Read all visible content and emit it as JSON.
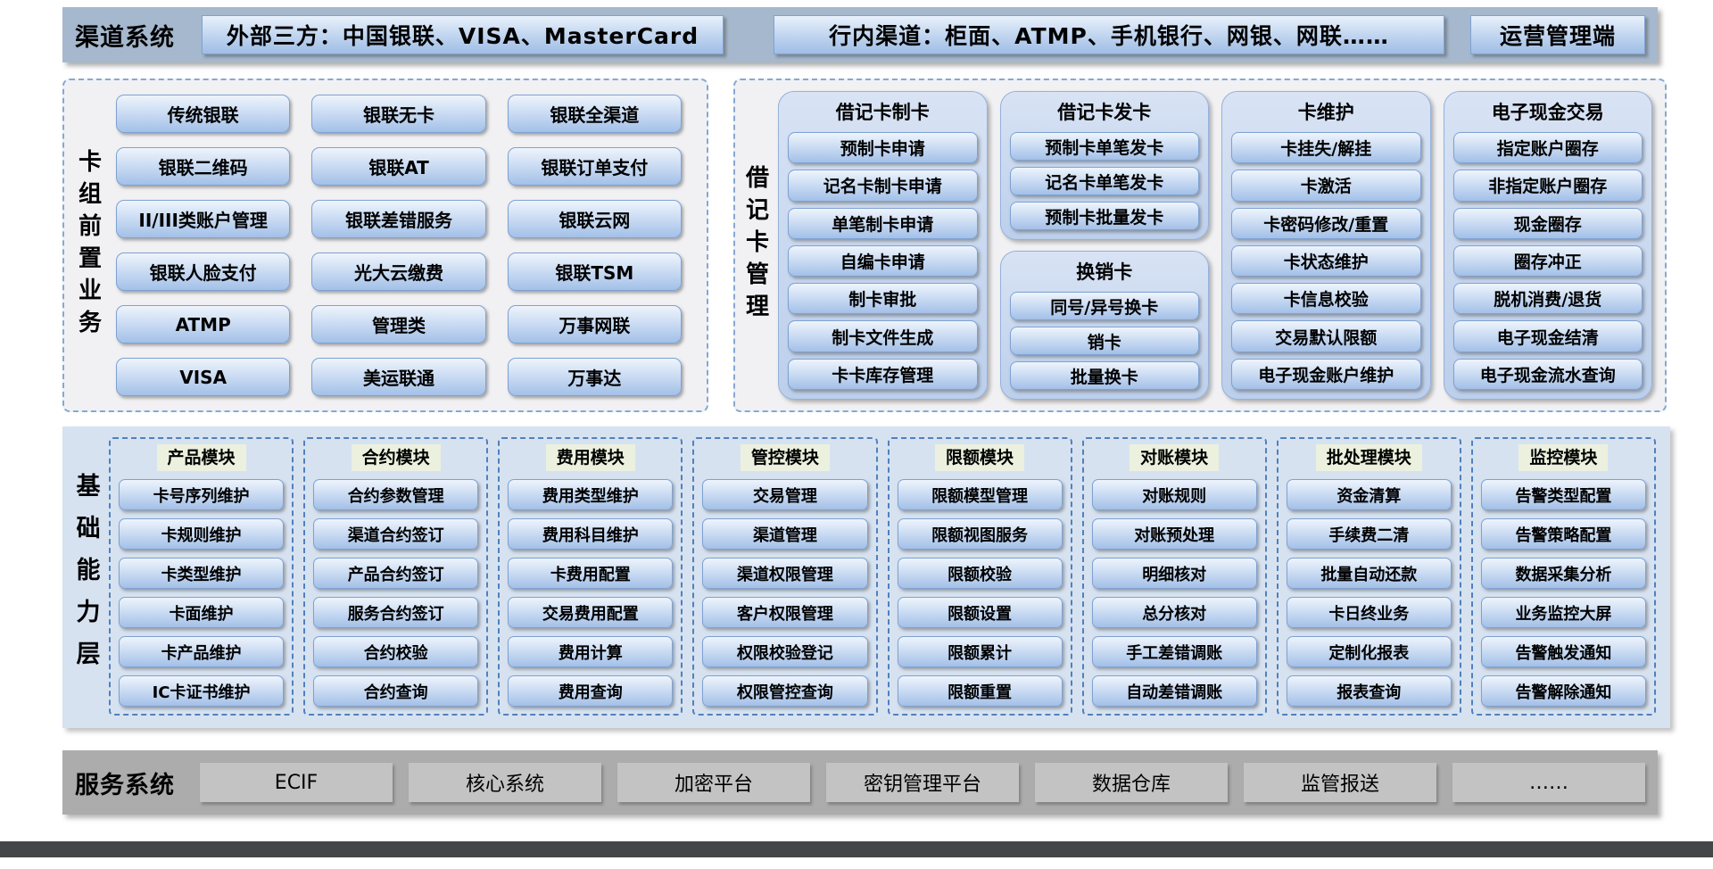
{
  "palette": {
    "button_blue_light": "#eef4fc",
    "button_blue_dark": "#a3c0e8",
    "button_border": "#7fa2d1",
    "top_bar_bg": "#a6b8cd",
    "panel_bg": "#f1f1f3",
    "panel_dashed_border": "#86a8d4",
    "group_bg": "#c9d8ef",
    "base_layer_bg": "#d7e2f1",
    "module_dashed_border": "#4f81bd",
    "module_title_bg": "#ebf1de",
    "service_bar_bg": "#acacac",
    "service_box_bg": "#c3c3c3",
    "bottom_stripe": "#454647"
  },
  "top_bar": {
    "label": "渠道系统",
    "boxes": [
      "外部三方：中国银联、VISA、MasterCard",
      "行内渠道：柜面、ATMP、手机银行、网银、网联……",
      "运营管理端"
    ]
  },
  "card_front": {
    "label": "卡组前置业务",
    "items": [
      "传统银联",
      "银联无卡",
      "银联全渠道",
      "银联二维码",
      "银联AT",
      "银联订单支付",
      "II/III类账户管理",
      "银联差错服务",
      "银联云网",
      "银联人脸支付",
      "光大云缴费",
      "银联TSM",
      "ATMP",
      "管理类",
      "万事网联",
      "VISA",
      "美运联通",
      "万事达"
    ]
  },
  "debit_card": {
    "label": "借记卡管理",
    "make_card": {
      "title": "借记卡制卡",
      "items": [
        "预制卡申请",
        "记名卡制卡申请",
        "单笔制卡申请",
        "自编卡申请",
        "制卡审批",
        "制卡文件生成",
        "卡卡库存管理"
      ]
    },
    "issue_card": {
      "title": "借记卡发卡",
      "items": [
        "预制卡单笔发卡",
        "记名卡单笔发卡",
        "预制卡批量发卡"
      ]
    },
    "swap_cancel_card": {
      "title": "换销卡",
      "items": [
        "同号/异号换卡",
        "销卡",
        "批量换卡"
      ]
    },
    "card_maintenance": {
      "title": "卡维护",
      "items": [
        "卡挂失/解挂",
        "卡激活",
        "卡密码修改/重置",
        "卡状态维护",
        "卡信息校验",
        "交易默认限额",
        "电子现金账户维护"
      ]
    },
    "ecash_trade": {
      "title": "电子现金交易",
      "items": [
        "指定账户圈存",
        "非指定账户圈存",
        "现金圈存",
        "圈存冲正",
        "脱机消费/退货",
        "电子现金结清",
        "电子现金流水查询"
      ]
    }
  },
  "base_layer": {
    "label": "基础能力层",
    "modules": [
      {
        "title": "产品模块",
        "items": [
          "卡号序列维护",
          "卡规则维护",
          "卡类型维护",
          "卡面维护",
          "卡产品维护",
          "IC卡证书维护"
        ]
      },
      {
        "title": "合约模块",
        "items": [
          "合约参数管理",
          "渠道合约签订",
          "产品合约签订",
          "服务合约签订",
          "合约校验",
          "合约查询"
        ]
      },
      {
        "title": "费用模块",
        "items": [
          "费用类型维护",
          "费用科目维护",
          "卡费用配置",
          "交易费用配置",
          "费用计算",
          "费用查询"
        ]
      },
      {
        "title": "管控模块",
        "items": [
          "交易管理",
          "渠道管理",
          "渠道权限管理",
          "客户权限管理",
          "权限校验登记",
          "权限管控查询"
        ]
      },
      {
        "title": "限额模块",
        "items": [
          "限额模型管理",
          "限额视图服务",
          "限额校验",
          "限额设置",
          "限额累计",
          "限额重置"
        ]
      },
      {
        "title": "对账模块",
        "items": [
          "对账规则",
          "对账预处理",
          "明细核对",
          "总分核对",
          "手工差错调账",
          "自动差错调账"
        ]
      },
      {
        "title": "批处理模块",
        "items": [
          "资金清算",
          "手续费二清",
          "批量自动还款",
          "卡日终业务",
          "定制化报表",
          "报表查询"
        ]
      },
      {
        "title": "监控模块",
        "items": [
          "告警类型配置",
          "告警策略配置",
          "数据采集分析",
          "业务监控大屏",
          "告警触发通知",
          "告警解除通知"
        ]
      }
    ]
  },
  "service_bar": {
    "label": "服务系统",
    "boxes": [
      "ECIF",
      "核心系统",
      "加密平台",
      "密钥管理平台",
      "数据仓库",
      "监管报送",
      "……"
    ]
  }
}
